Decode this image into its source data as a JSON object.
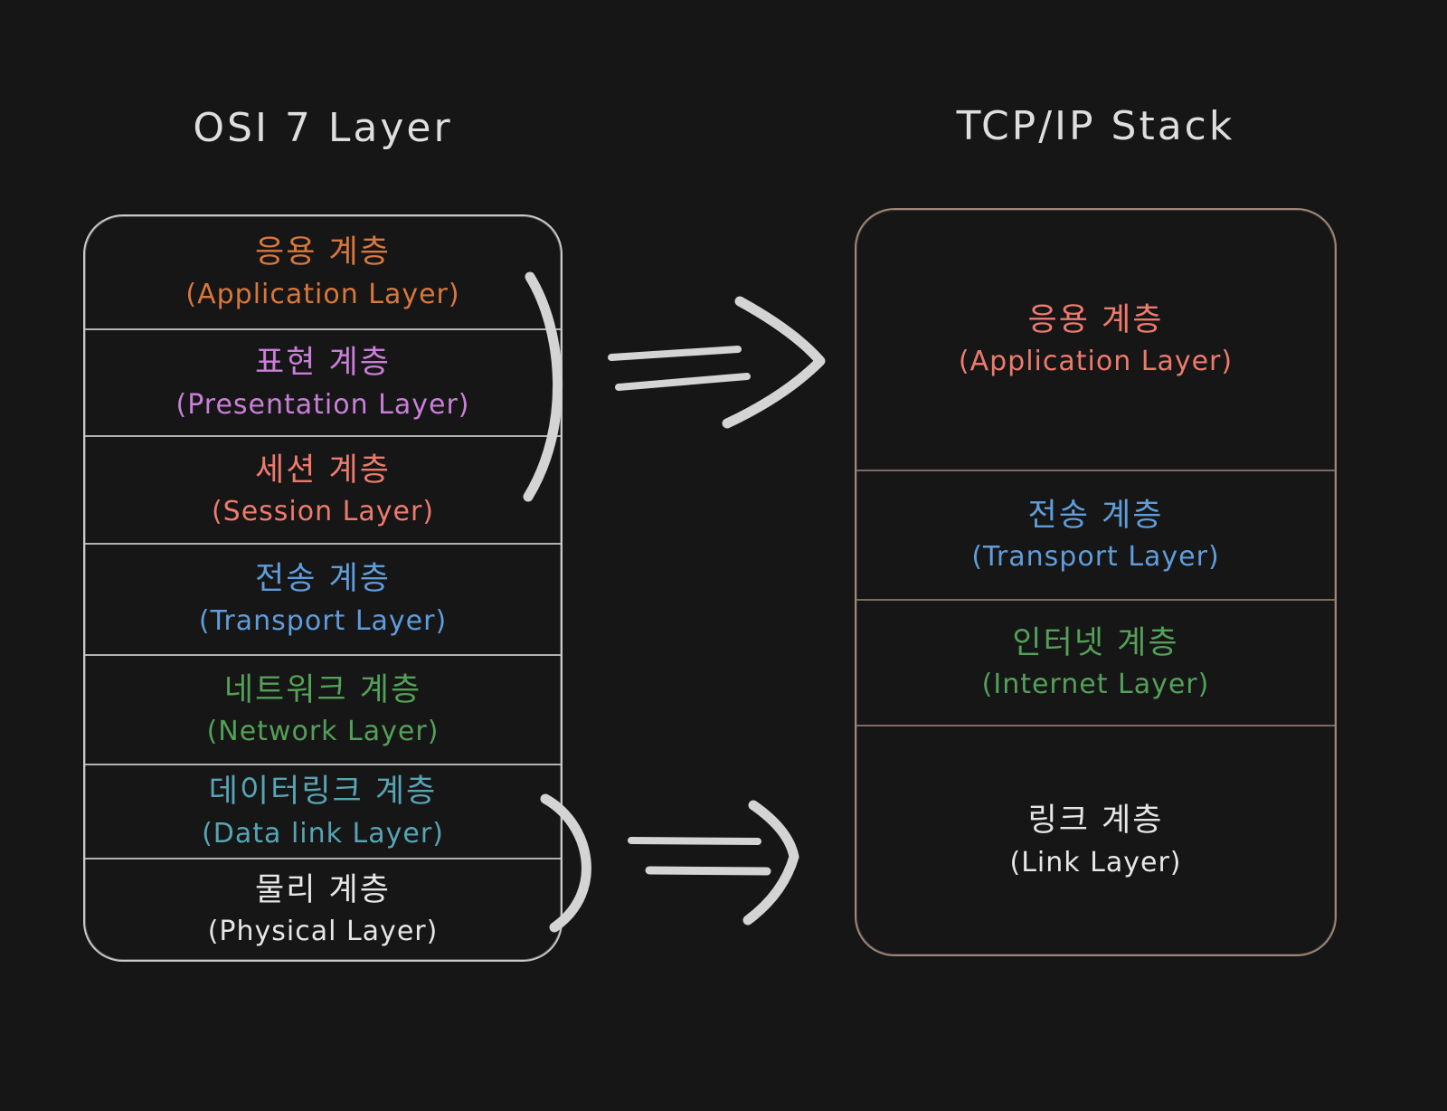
{
  "colors": {
    "background": "#161616",
    "title_text": "#dedede",
    "osi_box_border": "#c9c9c9",
    "osi_divider": "#b2b2b2",
    "tcp_box_border": "#9d8679",
    "tcp_divider": "#7e6a60",
    "annotation_stroke": "#d4d4d4",
    "orange": "#d9773c",
    "purple": "#c97fd9",
    "salmon": "#ee7a6e",
    "blue": "#5f9ddb",
    "green": "#53a058",
    "teal": "#57a4b4",
    "white": "#e6e6e6"
  },
  "osi_panel": {
    "title": "OSI 7 Layer",
    "layers": [
      {
        "korean": "응용 계층",
        "english": "(Application Layer)",
        "color": "#d9773c",
        "grow": 1.06
      },
      {
        "korean": "표현 계층",
        "english": "(Presentation Layer)",
        "color": "#c97fd9",
        "grow": 1.0
      },
      {
        "korean": "세션 계층",
        "english": "(Session Layer)",
        "color": "#ee7a6e",
        "grow": 1.0
      },
      {
        "korean": "전송 계층",
        "english": "(Transport Layer)",
        "color": "#5f9ddb",
        "grow": 1.04
      },
      {
        "korean": "네트워크 계층",
        "english": "(Network Layer)",
        "color": "#53a058",
        "grow": 1.02
      },
      {
        "korean": "데이터링크 계층",
        "english": "(Data link Layer)",
        "color": "#57a4b4",
        "grow": 0.88
      },
      {
        "korean": "물리 계층",
        "english": "(Physical Layer)",
        "color": "#e6e6e6",
        "grow": 0.95
      }
    ]
  },
  "tcp_panel": {
    "title": "TCP/IP Stack",
    "layers": [
      {
        "korean": "응용 계층",
        "english": "(Application Layer)",
        "color": "#ee7a6e",
        "grow": 2.05
      },
      {
        "korean": "전송 계층",
        "english": "(Transport Layer)",
        "color": "#5f9ddb",
        "grow": 1.01
      },
      {
        "korean": "인터넷 계층",
        "english": "(Internet Layer)",
        "color": "#53a058",
        "grow": 0.98
      },
      {
        "korean": "링크 계층",
        "english": "(Link Layer)",
        "color": "#e6e6e6",
        "grow": 1.8
      }
    ]
  },
  "annotations": {
    "top_group_brace": "brace-icon",
    "top_mapping_arrow": "double-arrow-right-icon",
    "bottom_group_brace": "brace-icon",
    "bottom_mapping_arrow": "double-arrow-right-icon"
  }
}
